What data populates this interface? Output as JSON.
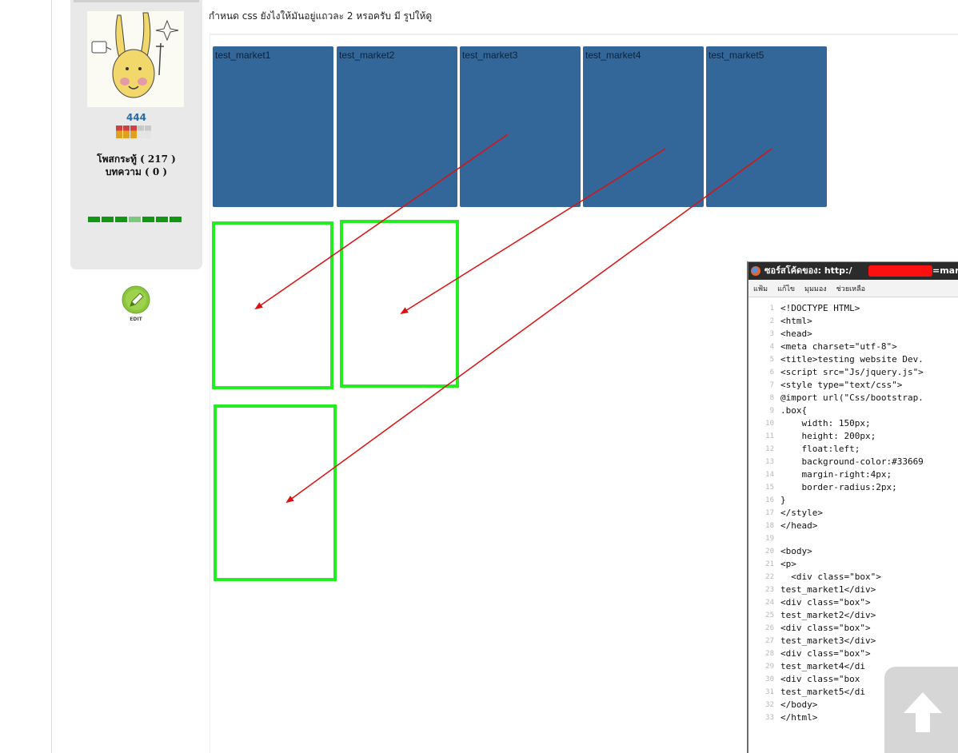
{
  "user": {
    "username": "444",
    "posts": "โพสกระทู้ ( 217 )",
    "articles": "บทความ ( 0 )",
    "edit_label": "EDIT"
  },
  "post": {
    "text": "กำหนด css ยังไงให้มันอยู่แถวละ 2 หรอครับ มี รูปให้ดู",
    "boxes": [
      "test_market1",
      "test_market2",
      "test_market3",
      "test_market4",
      "test_market5"
    ]
  },
  "source_window": {
    "title_prefix": "ซอร์สโค้ดของ: http:/",
    "title_suffix": "=market -",
    "menu": [
      "แฟ้ม",
      "แก้ไข",
      "มุมมอง",
      "ช่วยเหลือ"
    ],
    "lines": [
      "<!DOCTYPE HTML>",
      "<html>",
      "<head>",
      "<meta charset=\"utf-8\">",
      "<title>testing website Dev.",
      "<script src=\"Js/jquery.js\">",
      "<style type=\"text/css\">",
      "@import url(\"Css/bootstrap.",
      ".box{",
      "    width: 150px;",
      "    height: 200px;",
      "    float:left;",
      "    background-color:#33669",
      "    margin-right:4px;",
      "    border-radius:2px;",
      "}",
      "</style>",
      "</head>",
      "",
      "<body>",
      "<p>",
      "  <div class=\"box\">",
      "test_market1</div>",
      "<div class=\"box\">",
      "test_market2</div>",
      "<div class=\"box\">",
      "test_market3</div>",
      "<div class=\"box\">",
      "test_market4</di",
      "<div class=\"box",
      "test_market5</di",
      "</body>",
      "</html>"
    ]
  },
  "colors": {
    "box": "#336699",
    "outline": "#22ee22",
    "arrow": "#dd1111"
  }
}
